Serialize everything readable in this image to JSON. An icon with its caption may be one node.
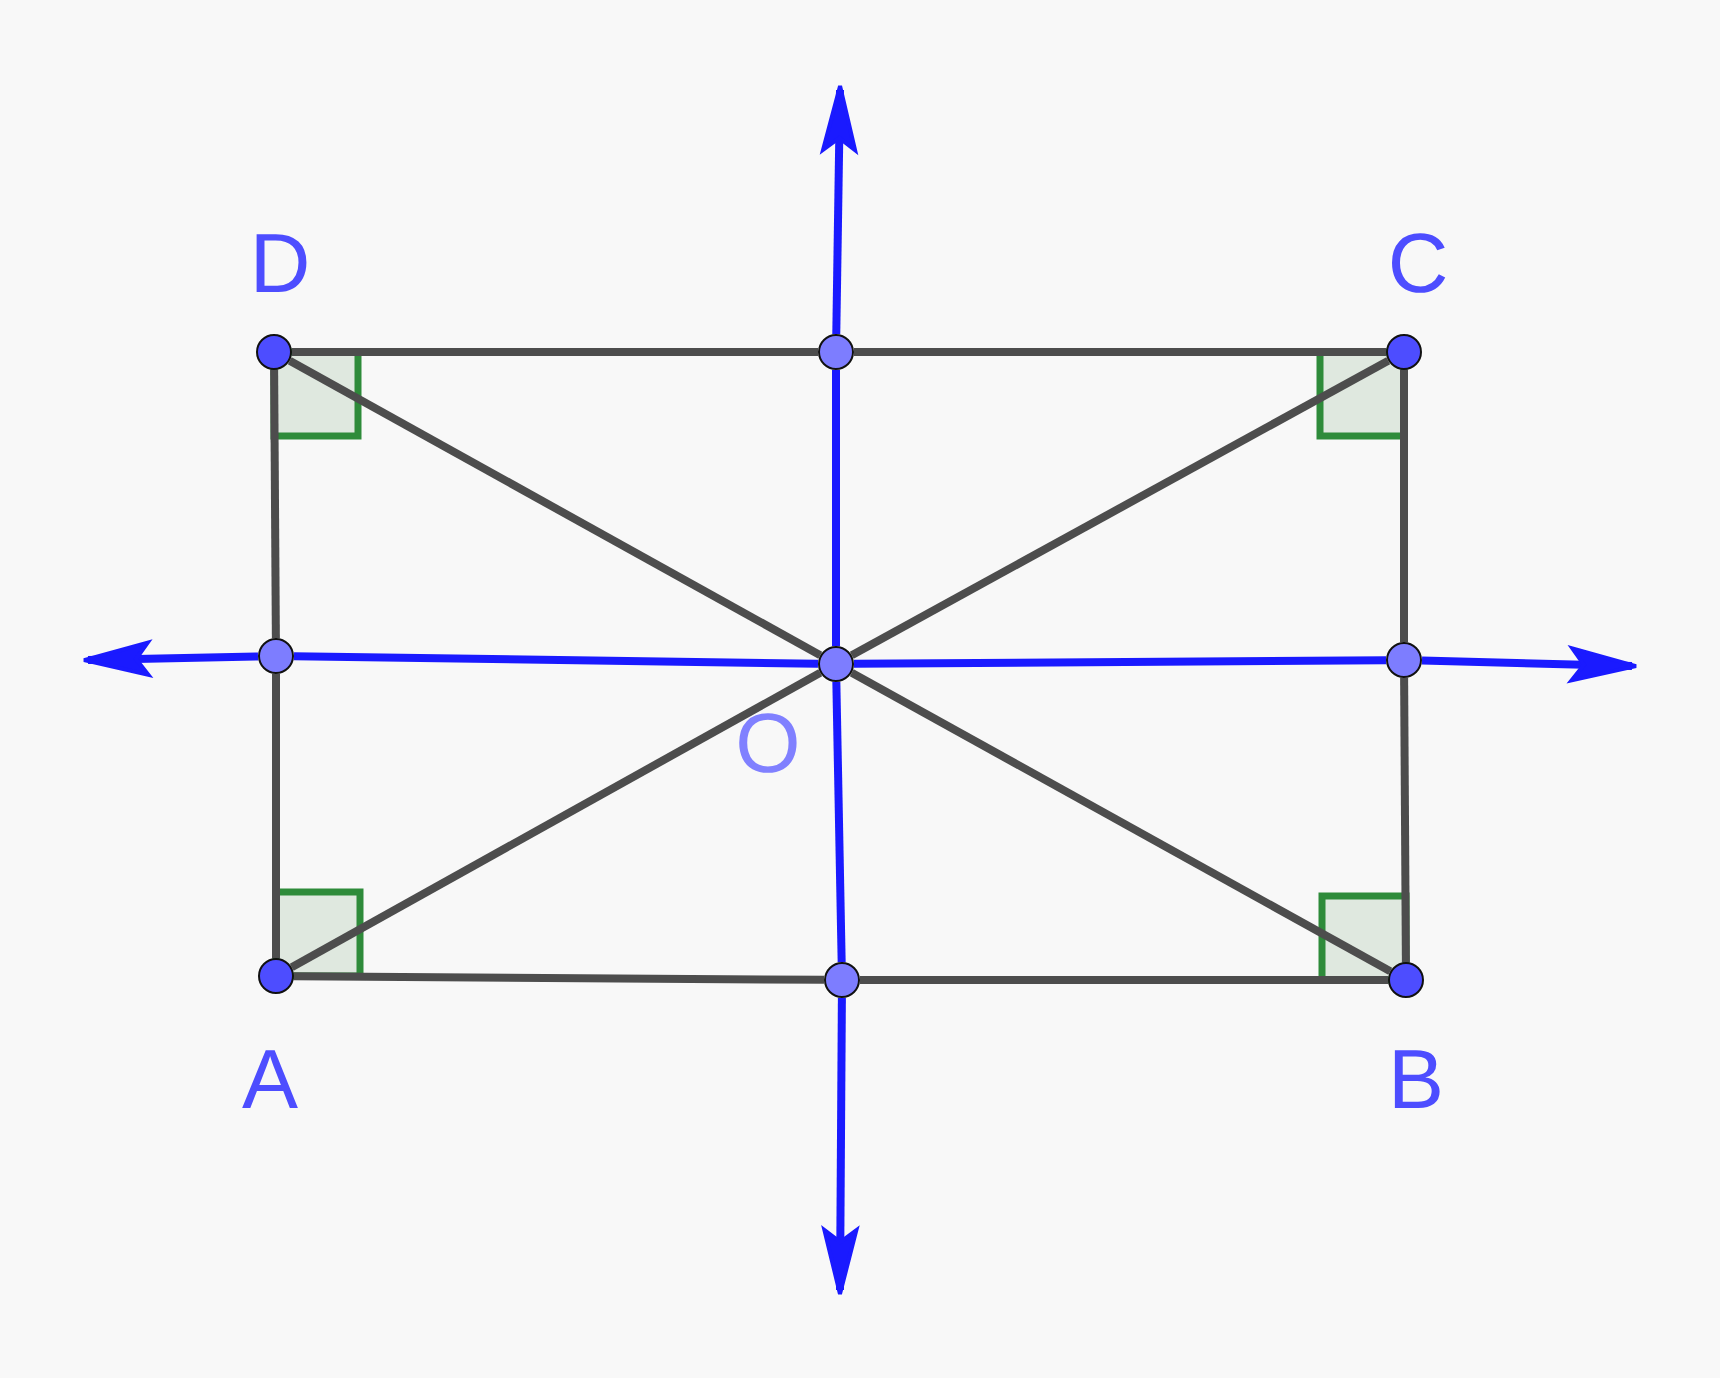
{
  "diagram": {
    "nodes": [
      {
        "text": [],
        "shape": "circle",
        "beside": [
          "D"
        ]
      },
      {
        "text": [],
        "shape": "circle"
      },
      {
        "text": [],
        "shape": "circle",
        "beside": [
          "C"
        ]
      },
      {
        "text": [],
        "shape": "circle"
      },
      {
        "text": [],
        "shape": "circle",
        "beside": [
          "O"
        ]
      },
      {
        "text": [],
        "shape": "circle"
      },
      {
        "text": [],
        "shape": "circle",
        "beside": [
          "A"
        ]
      },
      {
        "text": [],
        "shape": "circle"
      },
      {
        "text": [],
        "shape": "circle",
        "beside": [
          "B"
        ]
      }
    ],
    "edges": [
      {
        "from": 0,
        "to": 1,
        "arrow": "none"
      },
      {
        "from": 1,
        "to": 2,
        "arrow": "none"
      },
      {
        "from": 2,
        "to": 5,
        "arrow": "none"
      },
      {
        "from": 5,
        "to": 8,
        "arrow": "none"
      },
      {
        "from": 8,
        "to": 7,
        "arrow": "none"
      },
      {
        "from": 7,
        "to": 6,
        "arrow": "none"
      },
      {
        "from": 6,
        "to": 3,
        "arrow": "none"
      },
      {
        "from": 3,
        "to": 0,
        "arrow": "none"
      },
      {
        "from": 0,
        "to": 4,
        "arrow": "none"
      },
      {
        "from": 4,
        "to": 8,
        "arrow": "none"
      },
      {
        "from": 6,
        "to": 4,
        "arrow": "none"
      },
      {
        "from": 4,
        "to": 2,
        "arrow": "none"
      },
      {
        "from": 1,
        "to": null,
        "arrow": "to",
        "color": "#1a1aff"
      },
      {
        "from": 1,
        "to": 4,
        "arrow": "none",
        "color": "#1a1aff"
      },
      {
        "from": 4,
        "to": 7,
        "arrow": "none",
        "color": "#1a1aff"
      },
      {
        "from": 7,
        "to": null,
        "arrow": "to",
        "color": "#1a1aff"
      },
      {
        "from": 3,
        "to": null,
        "arrow": "to",
        "color": "#1a1aff"
      },
      {
        "from": 3,
        "to": 4,
        "arrow": "none",
        "color": "#1a1aff"
      },
      {
        "from": 4,
        "to": 5,
        "arrow": "none",
        "color": "#1a1aff"
      },
      {
        "from": 5,
        "to": null,
        "arrow": "to",
        "color": "#1a1aff"
      }
    ]
  }
}
